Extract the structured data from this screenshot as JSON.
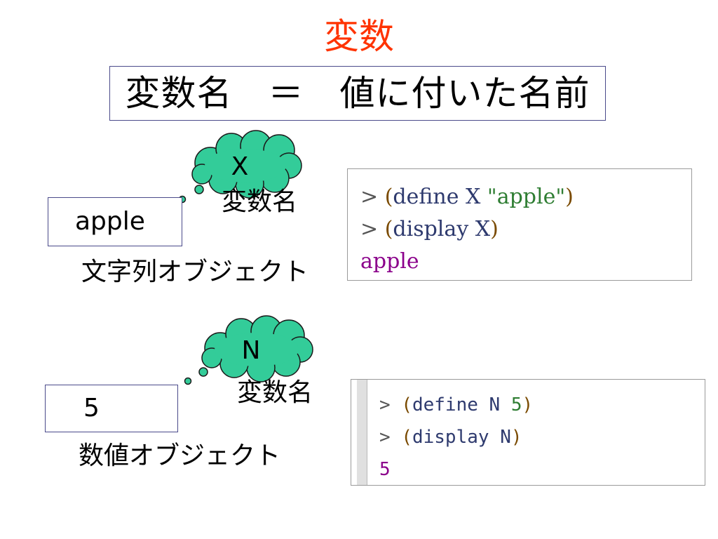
{
  "title": "変数",
  "definition": "変数名　＝　値に付いた名前",
  "string_example": {
    "value": "apple",
    "object_label": "文字列オブジェクト",
    "cloud_name": "X",
    "var_label": "変数名",
    "code": {
      "line1": {
        "prompt": ">",
        "open": "(",
        "kw": "define X",
        "str": "\"apple\"",
        "close": ")"
      },
      "line2": {
        "prompt": ">",
        "open": "(",
        "kw": "display X",
        "close": ")"
      },
      "output": "apple"
    }
  },
  "number_example": {
    "value": "5",
    "object_label": "数値オブジェクト",
    "cloud_name": "N",
    "var_label": "変数名",
    "code": {
      "line1": {
        "prompt": ">",
        "open": "(",
        "kw": "define N",
        "num": "5",
        "close": ")"
      },
      "line2": {
        "prompt": ">",
        "open": "(",
        "kw": "display N",
        "close": ")"
      },
      "output": "5"
    }
  },
  "colors": {
    "title": "#ff3300",
    "cloud_fill": "#33cc99",
    "box_border": "#4a4a8a",
    "string_literal": "#2e7d32",
    "output": "#8b008b"
  }
}
